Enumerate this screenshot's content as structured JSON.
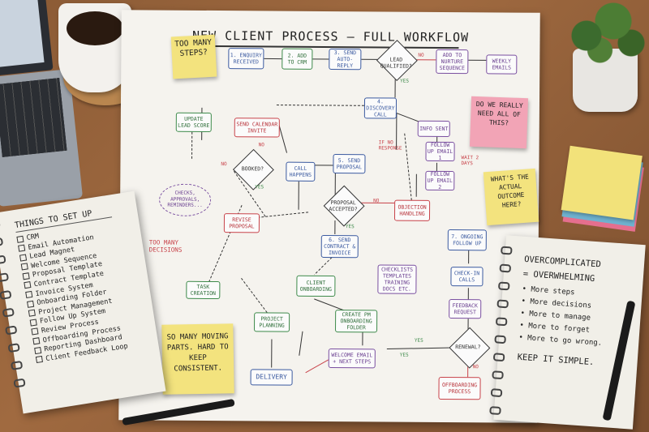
{
  "poster": {
    "title": "NEW CLIENT PROCESS – FULL WORKFLOW",
    "nodes": {
      "enquiry": "1. ENQUIRY RECEIVED",
      "crm": "2. ADD TO CRM",
      "autoreply": "3. SEND AUTO-REPLY",
      "lead_qualified": "LEAD QUALIFIED?",
      "nurture": "ADD TO NURTURE SEQUENCE",
      "weekly": "WEEKLY EMAILS",
      "discovery": "4. DISCOVERY CALL",
      "update_lead": "UPDATE LEAD SCORE",
      "calendar": "SEND CALENDAR INVITE",
      "info_sent": "INFO SENT",
      "follow1": "FOLLOW UP EMAIL 1",
      "follow2": "FOLLOW UP EMAIL 2",
      "booked": "BOOKED?",
      "call_happens": "CALL HAPPENS",
      "send_proposal": "5. SEND PROPOSAL",
      "proposal_accepted": "PROPOSAL ACCEPTED?",
      "objection": "OBJECTION HANDLING",
      "revise": "REVISE PROPOSAL",
      "contract": "6. SEND CONTRACT & INVOICE",
      "ongoing": "7. ONGOING FOLLOW UP",
      "checkin": "CHECK-IN CALLS",
      "feedback": "FEEDBACK REQUEST",
      "renewal": "RENEWAL?",
      "offboarding": "OFFBOARDING PROCESS",
      "task": "TASK CREATION",
      "onboarding": "CLIENT ONBOARDING",
      "checklists": "CHECKLISTS TEMPLATES TRAINING DOCS ETC.",
      "project_planning": "PROJECT PLANNING",
      "create_pm": "CREATE PM ONBOARDING FOLDER",
      "welcome": "WELCOME EMAIL + NEXT STEPS",
      "delivery": "DELIVERY",
      "cloud": "CHECKS, APPROVALS, REMINDERS..."
    },
    "labels": {
      "no1": "NO",
      "yes1": "YES",
      "no_booked": "NO",
      "no_booked2": "NO",
      "yes_booked": "YES",
      "if_no_response": "IF NO RESPONSE",
      "wait": "WAIT 2 DAYS",
      "no_prop": "NO",
      "yes_prop": "YES",
      "too_many_decisions": "TOO MANY DECISIONS",
      "yes_renew": "YES",
      "yes_renew2": "YES",
      "no_renew": "NO"
    }
  },
  "stickies": {
    "too_many_steps": "TOO MANY STEPS?",
    "do_we_need": "DO WE REALLY NEED ALL OF THIS?",
    "actual_outcome": "WHAT'S THE ACTUAL OUTCOME HERE?",
    "moving_parts": "SO MANY MOVING PARTS. HARD TO KEEP CONSISTENT."
  },
  "left_notebook": {
    "title": "THINGS TO SET UP",
    "items": [
      "CRM",
      "Email Automation",
      "Lead Magnet",
      "Welcome Sequence",
      "Proposal Template",
      "Contract Template",
      "Invoice System",
      "Onboarding Folder",
      "Project Management",
      "Follow Up System",
      "Review Process",
      "Offboarding Process",
      "Reporting Dashboard",
      "Client Feedback Loop"
    ]
  },
  "right_notebook": {
    "line1": "OVERCOMPLICATED",
    "line2": "= OVERWHELMING",
    "bullets": [
      "More steps",
      "More decisions",
      "More to manage",
      "More to forget",
      "More to go wrong."
    ],
    "footer": "KEEP IT SIMPLE."
  }
}
